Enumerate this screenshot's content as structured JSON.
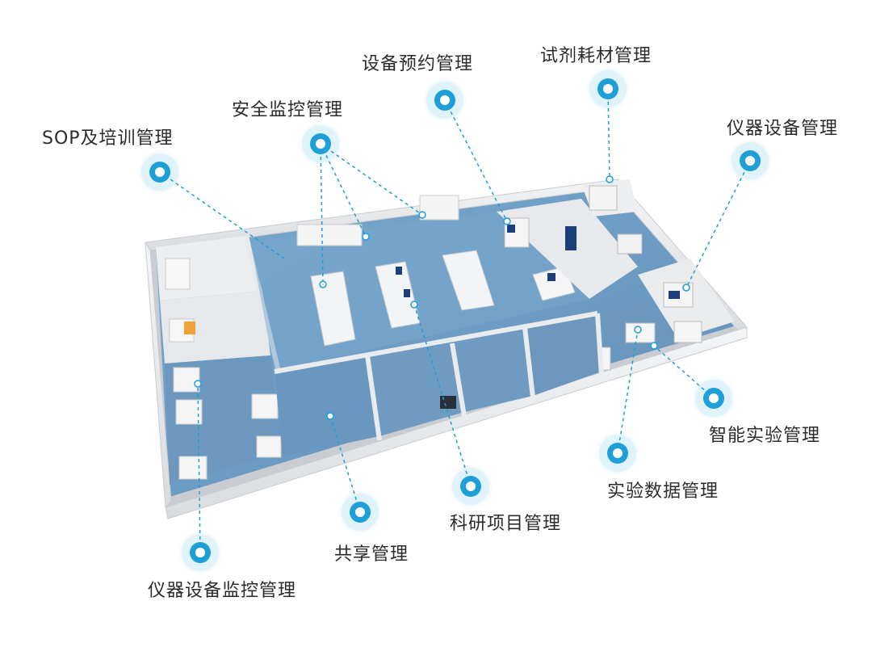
{
  "diagram": {
    "modules": [
      {
        "id": "sop",
        "label": "SOP及培训管理"
      },
      {
        "id": "safety",
        "label": "安全监控管理"
      },
      {
        "id": "booking",
        "label": "设备预约管理"
      },
      {
        "id": "reagent",
        "label": "试剂耗材管理"
      },
      {
        "id": "instrument",
        "label": "仪器设备管理"
      },
      {
        "id": "smart-lab",
        "label": "智能实验管理"
      },
      {
        "id": "data",
        "label": "实验数据管理"
      },
      {
        "id": "research",
        "label": "科研项目管理"
      },
      {
        "id": "sharing",
        "label": "共享管理"
      },
      {
        "id": "monitor",
        "label": "仪器设备监控管理"
      }
    ],
    "colors": {
      "accent": "#1e9fd8",
      "floor": "#6f9ec4",
      "wall": "#eef0f2",
      "text": "#2b2b2b"
    }
  }
}
